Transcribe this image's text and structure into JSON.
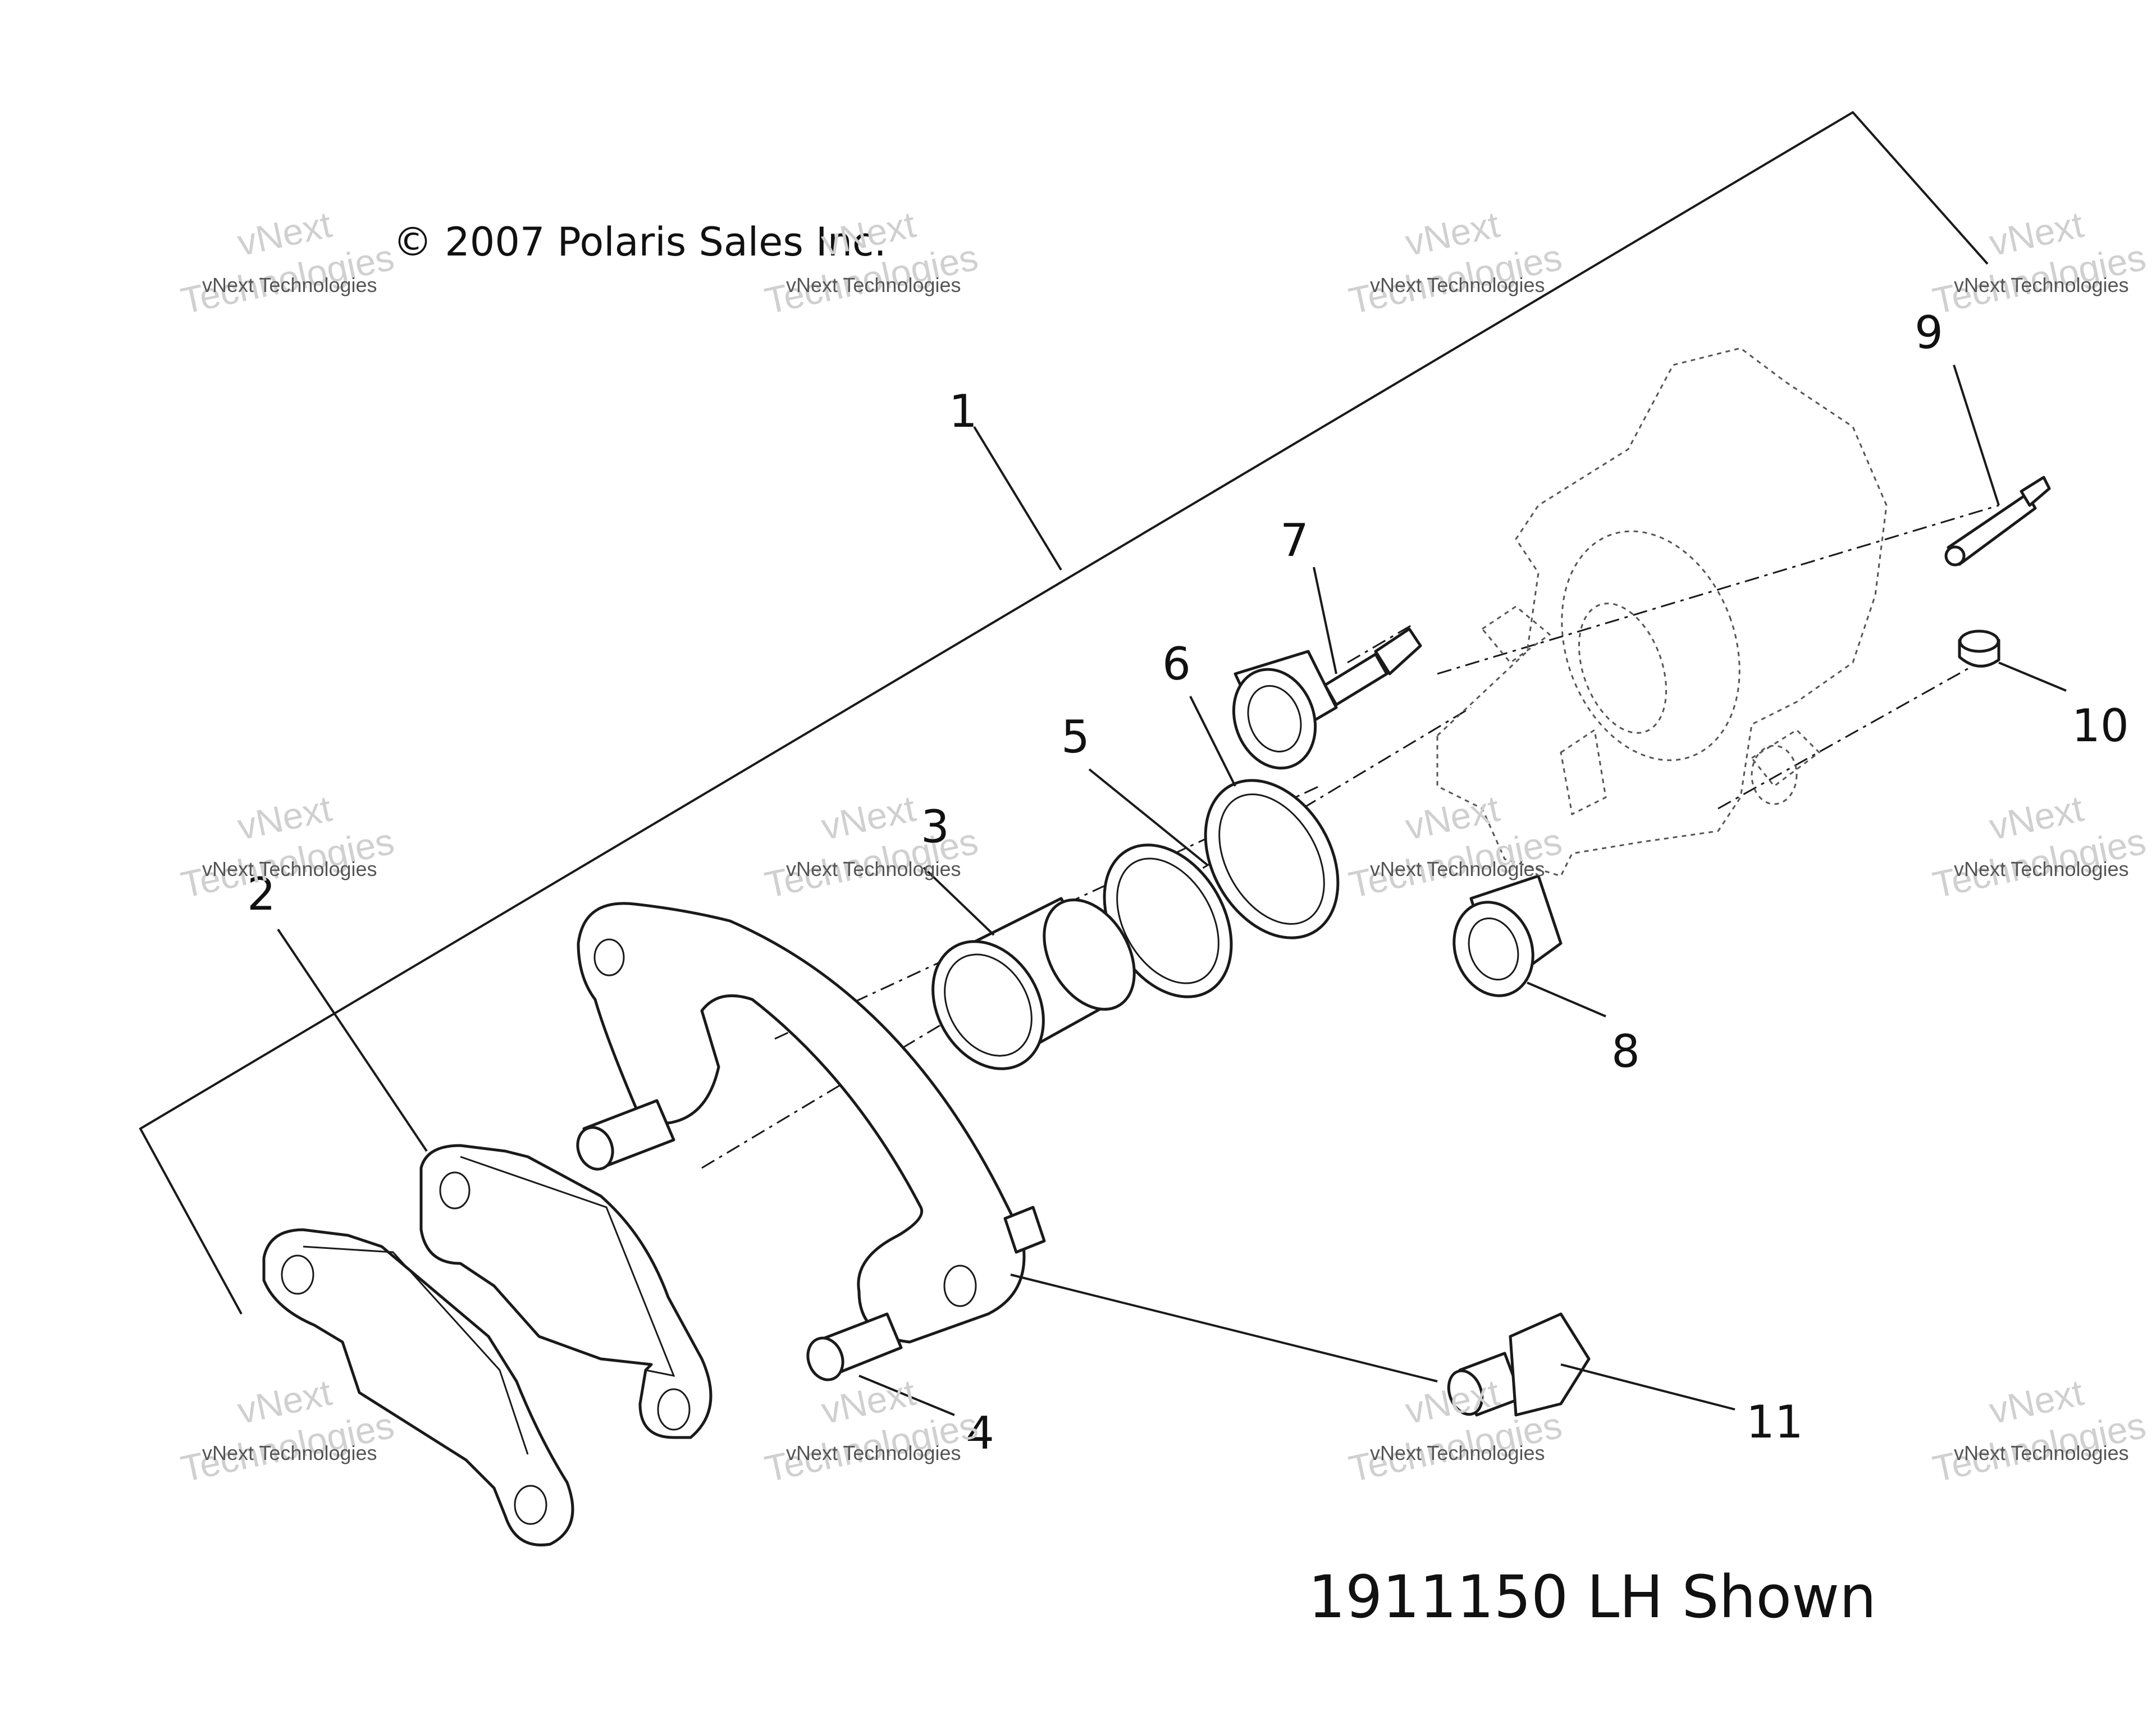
{
  "copyright": "© 2007 Polaris Sales Inc.",
  "caption": "1911150 LH Shown",
  "callouts": [
    "1",
    "2",
    "3",
    "4",
    "5",
    "6",
    "7",
    "8",
    "9",
    "10",
    "11"
  ],
  "watermark": {
    "line1": "vNext",
    "line2": "Technologies",
    "small": "vNext Technologies"
  }
}
